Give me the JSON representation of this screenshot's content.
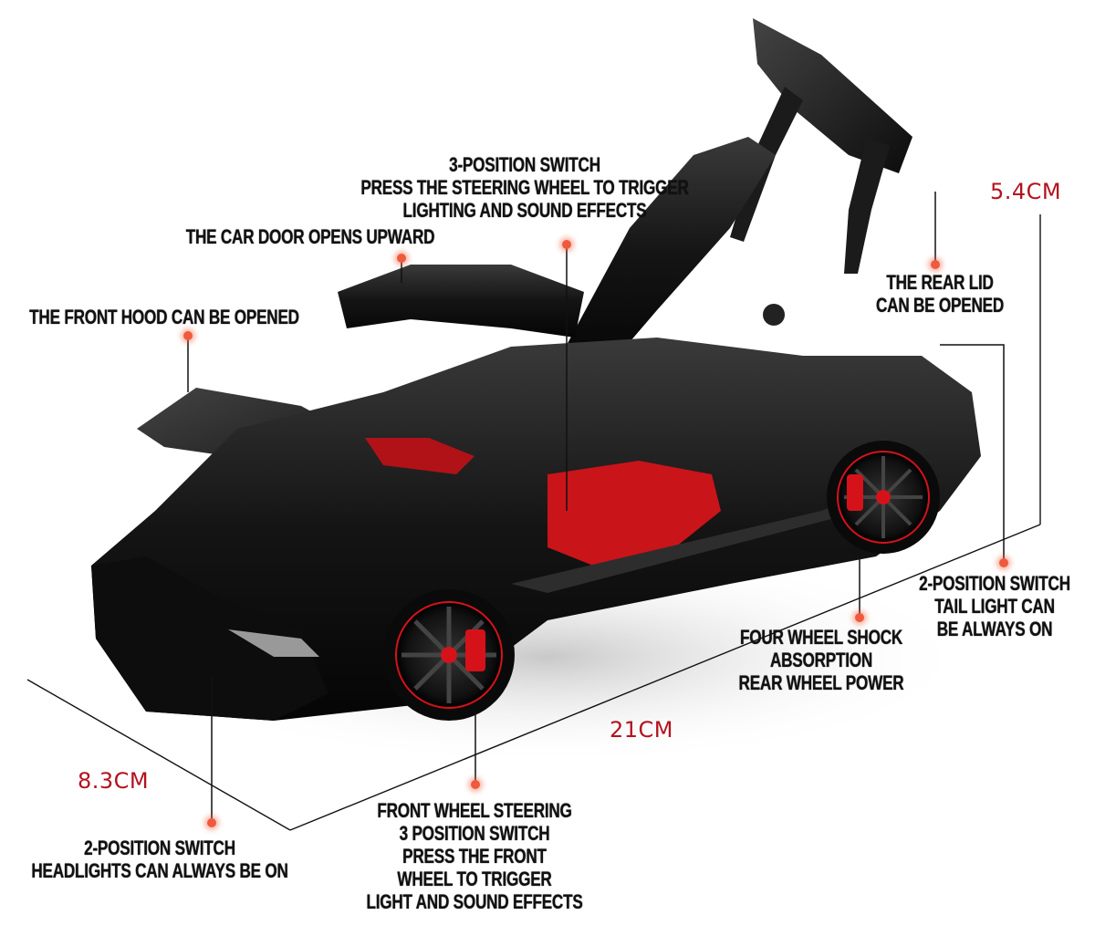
{
  "image": {
    "subject": "black diecast sports car model with doors, hood and rear lid opened",
    "background": "#ffffff",
    "accent_colors": {
      "dimension_text": "#b3121e",
      "marker_dot": "#ef5a3c",
      "callout_text": "#111111",
      "car_body": "#151515",
      "interior": "#d01a1a"
    }
  },
  "callouts": {
    "steering_switch": [
      "3-POSITION SWITCH",
      "PRESS THE STEERING WHEEL TO TRIGGER",
      "LIGHTING AND SOUND EFFECTS"
    ],
    "door": [
      "THE CAR DOOR OPENS UPWARD"
    ],
    "front_hood": [
      "THE FRONT HOOD CAN BE OPENED"
    ],
    "rear_lid": [
      "THE REAR LID",
      "CAN BE OPENED"
    ],
    "tail_light": [
      "2-POSITION SWITCH",
      "TAIL LIGHT CAN",
      "BE ALWAYS ON"
    ],
    "shock": [
      "FOUR WHEEL SHOCK",
      "ABSORPTION",
      "REAR WHEEL POWER"
    ],
    "headlights": [
      "2-POSITION SWITCH",
      "HEADLIGHTS CAN ALWAYS BE ON"
    ],
    "front_wheel": [
      "FRONT WHEEL STEERING",
      "3 POSITION SWITCH",
      "PRESS THE FRONT",
      "WHEEL TO TRIGGER",
      "LIGHT AND SOUND EFFECTS"
    ]
  },
  "dimensions": {
    "height": "5.4CM",
    "length": "21CM",
    "width": "8.3CM"
  }
}
